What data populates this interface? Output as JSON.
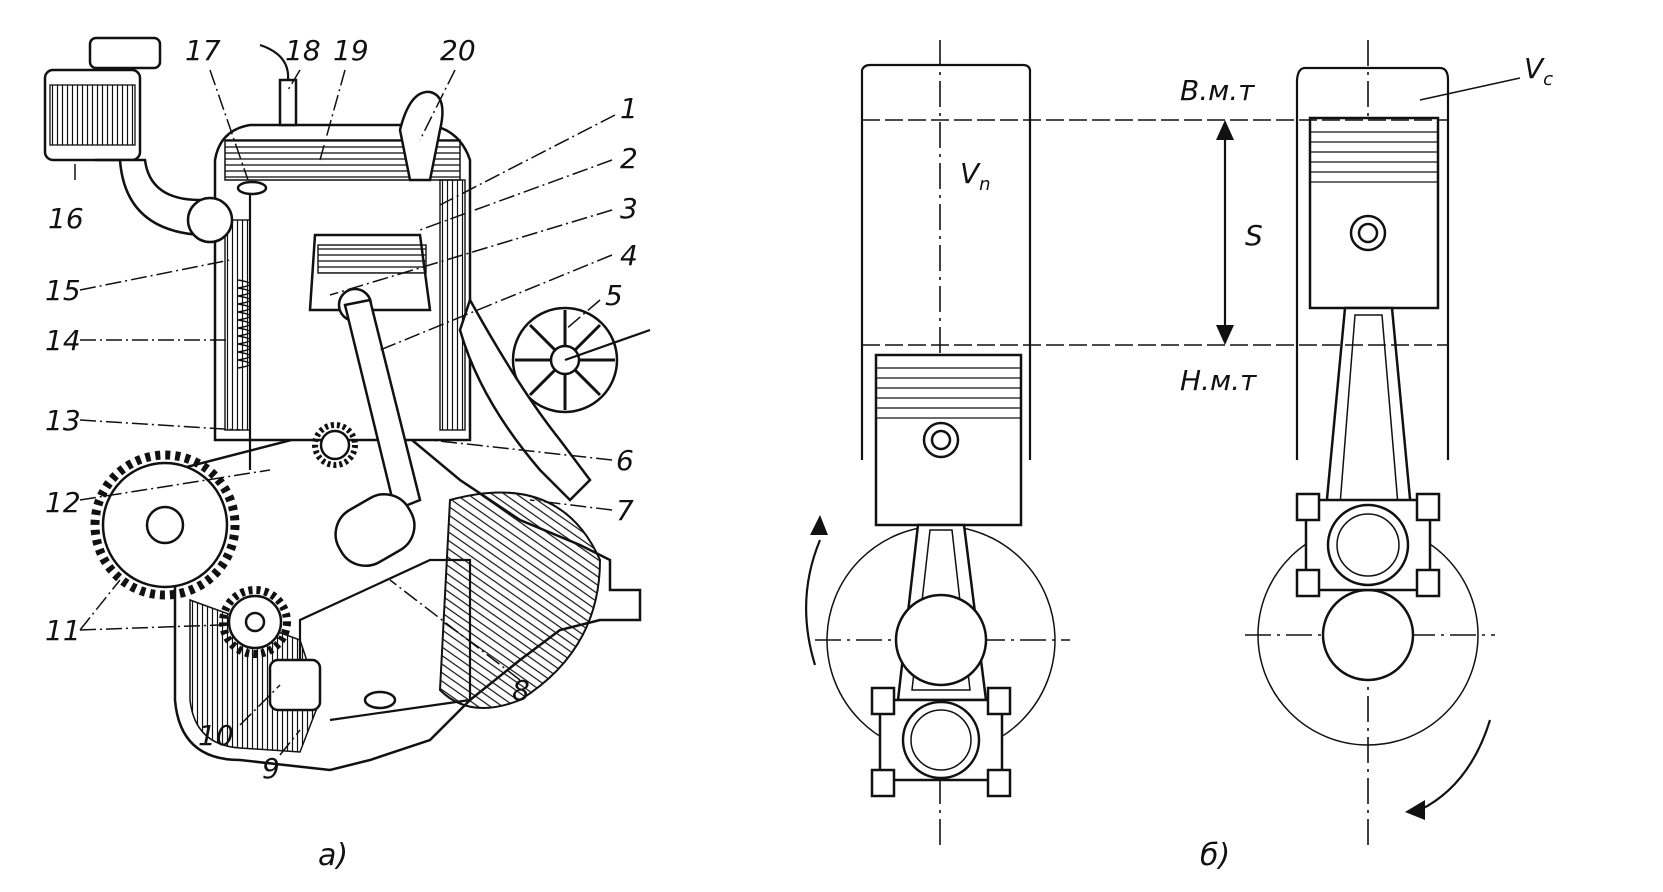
{
  "figure": {
    "panel_a": {
      "caption": "а)",
      "callouts": [
        "1",
        "2",
        "3",
        "4",
        "5",
        "6",
        "7",
        "8",
        "9",
        "10",
        "11",
        "12",
        "13",
        "14",
        "15",
        "16",
        "17",
        "18",
        "19",
        "20"
      ]
    },
    "panel_b": {
      "caption": "б)",
      "labels": {
        "tdc": "В.м.т",
        "bdc": "Н.м.т",
        "stroke": "S",
        "swept_volume": "V",
        "swept_volume_sub": "n",
        "combustion_volume": "V",
        "combustion_volume_sub": "c"
      }
    }
  },
  "colors": {
    "ink": "#111111",
    "paper": "#ffffff"
  }
}
